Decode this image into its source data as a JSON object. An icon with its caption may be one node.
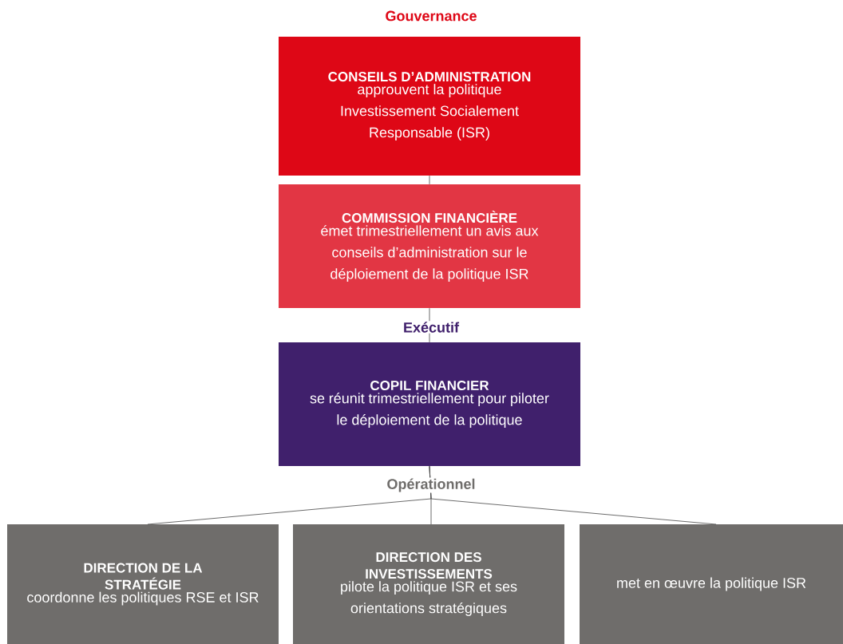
{
  "diagram": {
    "nodes": [
      {
        "text": [
          "CONSEILS D’ADMINISTRATION",
          "approuvent la politique Investissement Socialement Responsable (ISR)"
        ]
      },
      {
        "text": [
          "COMMISSION FINANCIÈRE",
          "émet trimestriellement un avis aux conseils d’administration sur le déploiement de la politique ISR"
        ]
      },
      {
        "text": [
          "COPIL FINANCIER",
          "se réunit trimestriellement pour piloter le déploiement de la politique"
        ]
      },
      {
        "text": [
          "DIRECTION DE LA STRATÉGIE",
          "coordonne les politiques RSE et ISR"
        ]
      },
      {
        "text": [
          "DIRECTION DES INVESTISSEMENTS",
          "pilote la politique ISR et ses orientations stratégiques"
        ]
      },
      {
        "text": [
          "met en œuvre la politique ISR"
        ]
      }
    ],
    "edges": [
      {
        "from": 0,
        "to": 1,
        "arrow": "none"
      },
      {
        "from": 1,
        "to": 2,
        "arrow": "none"
      },
      {
        "from": 2,
        "to": 3,
        "arrow": "none"
      },
      {
        "from": 2,
        "to": 4,
        "arrow": "none"
      },
      {
        "from": 2,
        "to": 5,
        "arrow": "none"
      }
    ],
    "labels": [
      "Gouvernance",
      "Exécutif",
      "Opérationnel"
    ]
  }
}
